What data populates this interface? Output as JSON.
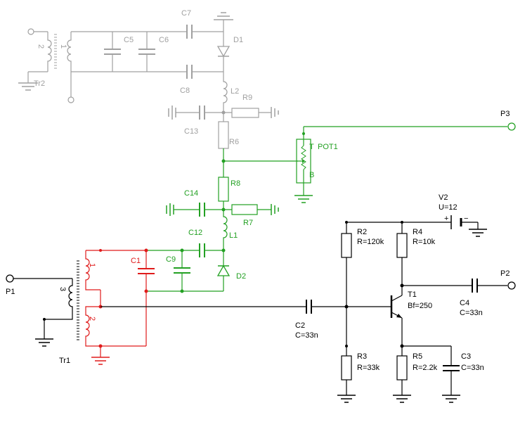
{
  "labels": {
    "tr2": "Tr2",
    "tr2_n1": "1",
    "tr2_n2": "2",
    "c5": "C5",
    "c6": "C6",
    "c7": "C7",
    "c8": "C8",
    "d1": "D1",
    "l2": "L2",
    "r9": "R9",
    "c13": "C13",
    "r6": "R6",
    "pot1": "POT1",
    "pot_t": "T",
    "pot_b": "B",
    "p3": "P3",
    "r8": "R8",
    "c14": "C14",
    "r7": "R7",
    "c12": "C12",
    "l1": "L1",
    "c9": "C9",
    "d2": "D2",
    "c1": "C1",
    "tr1_n1": "1",
    "tr1_n2": "2",
    "tr1_n3": "3",
    "p1": "P1",
    "tr1": "Tr1",
    "c2": "C2",
    "c2_val": "C=33n",
    "r2": "R2",
    "r2_val": "R=120k",
    "r3": "R3",
    "r3_val": "R=33k",
    "r4": "R4",
    "r4_val": "R=10k",
    "r5": "R5",
    "r5_val": "R=2.2k",
    "c3": "C3",
    "c3_val": "C=33n",
    "c4": "C4",
    "c4_val": "C=33n",
    "t1": "T1",
    "t1_val": "Bf=250",
    "v2": "V2",
    "v2_val": "U=12",
    "p2": "P2",
    "plus": "+",
    "minus": "−"
  },
  "colors": {
    "inactive": "#a0a0a0",
    "tuned": "#22a022",
    "input": "#e01b1b",
    "amplifier": "#000000"
  }
}
